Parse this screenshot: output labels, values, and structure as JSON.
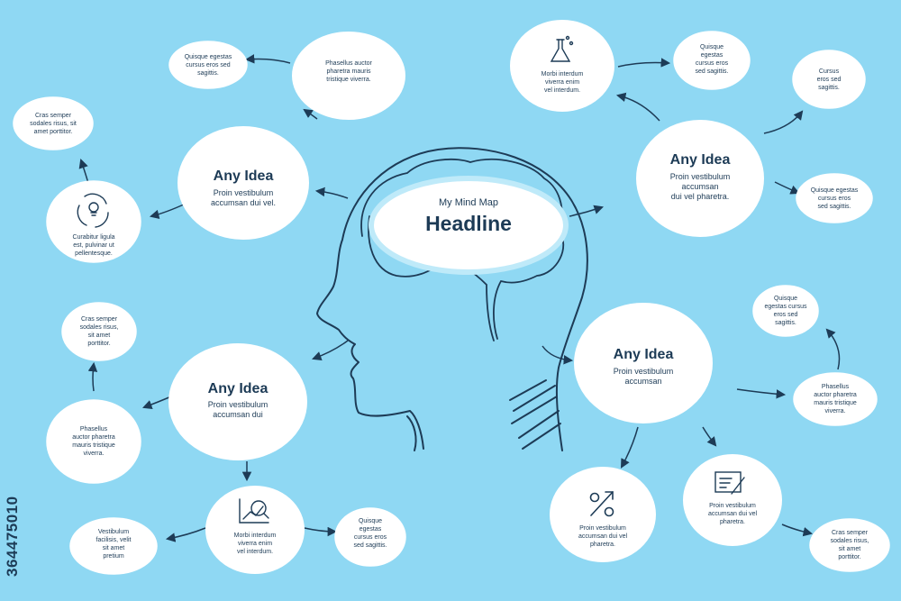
{
  "center": {
    "small": "My Mind Map",
    "headline": "Headline"
  },
  "ideas": [
    {
      "title": "Any Idea",
      "line1": "Proin vestibulum",
      "line2": "accumsan dui vel."
    },
    {
      "title": "Any Idea",
      "line1": "Proin vestibulum",
      "line2": "accumsan dui"
    },
    {
      "title": "Any Idea",
      "line1": "Proin vestibulum",
      "line2": "accumsan",
      "line3": "dui vel pharetra."
    },
    {
      "title": "Any Idea",
      "line1": "Proin vestibulum",
      "line2": "accumsan"
    }
  ],
  "notes": {
    "n1": [
      "Quisque egestas",
      "cursus eros sed",
      "sagittis."
    ],
    "n2": [
      "Phasellus auctor",
      "pharetra mauris",
      "tristique viverra."
    ],
    "n3": [
      "Cras semper",
      "sodales risus, sit",
      "amet porttitor."
    ],
    "n4": [
      "Curabitur ligula",
      "est, pulvinar ut",
      "pellentesque."
    ],
    "n5": [
      "Cras semper",
      "sodales risus,",
      "sit amet",
      "porttitor."
    ],
    "n6": [
      "Phasellus",
      "auctor pharetra",
      "mauris tristique",
      "viverra."
    ],
    "n7": [
      "Vestibulum",
      "facilisis, velit",
      "sit amet",
      "pretium"
    ],
    "n8": [
      "Morbi interdum",
      "viverra enim",
      "vel interdum."
    ],
    "n9": [
      "Quisque",
      "egestas",
      "cursus eros",
      "sed sagittis."
    ],
    "n10": [
      "Morbi interdum",
      "viverra enim",
      "vel interdum."
    ],
    "n11": [
      "Quisque",
      "egestas",
      "cursus eros",
      "sed sagittis."
    ],
    "n12": [
      "Cursus",
      "eros sed",
      "sagittis."
    ],
    "n13": [
      "Quisque egestas",
      "cursus eros",
      "sed sagittis."
    ],
    "n14": [
      "Quisque",
      "egestas cursus",
      "eros sed",
      "sagittis."
    ],
    "n15": [
      "Phasellus",
      "auctor pharetra",
      "mauris tristique",
      "viverra."
    ],
    "n16": [
      "Proin vestibulum",
      "accumsan dui vel",
      "pharetra."
    ],
    "n17": [
      "Proin vestibulum",
      "accumsan dui vel",
      "pharetra."
    ],
    "n18": [
      "Cras semper",
      "sodales risus,",
      "sit amet",
      "porttitor."
    ]
  },
  "watermark": "364475010",
  "colors": {
    "background": "#8fd8f3",
    "ink": "#1d3b56",
    "bubble": "#ffffff",
    "accent": "#bfeaf9"
  },
  "icons": [
    "lightbulb-cycle-icon",
    "chart-magnifier-icon",
    "flask-icon",
    "percent-arrow-icon",
    "document-pen-icon"
  ]
}
